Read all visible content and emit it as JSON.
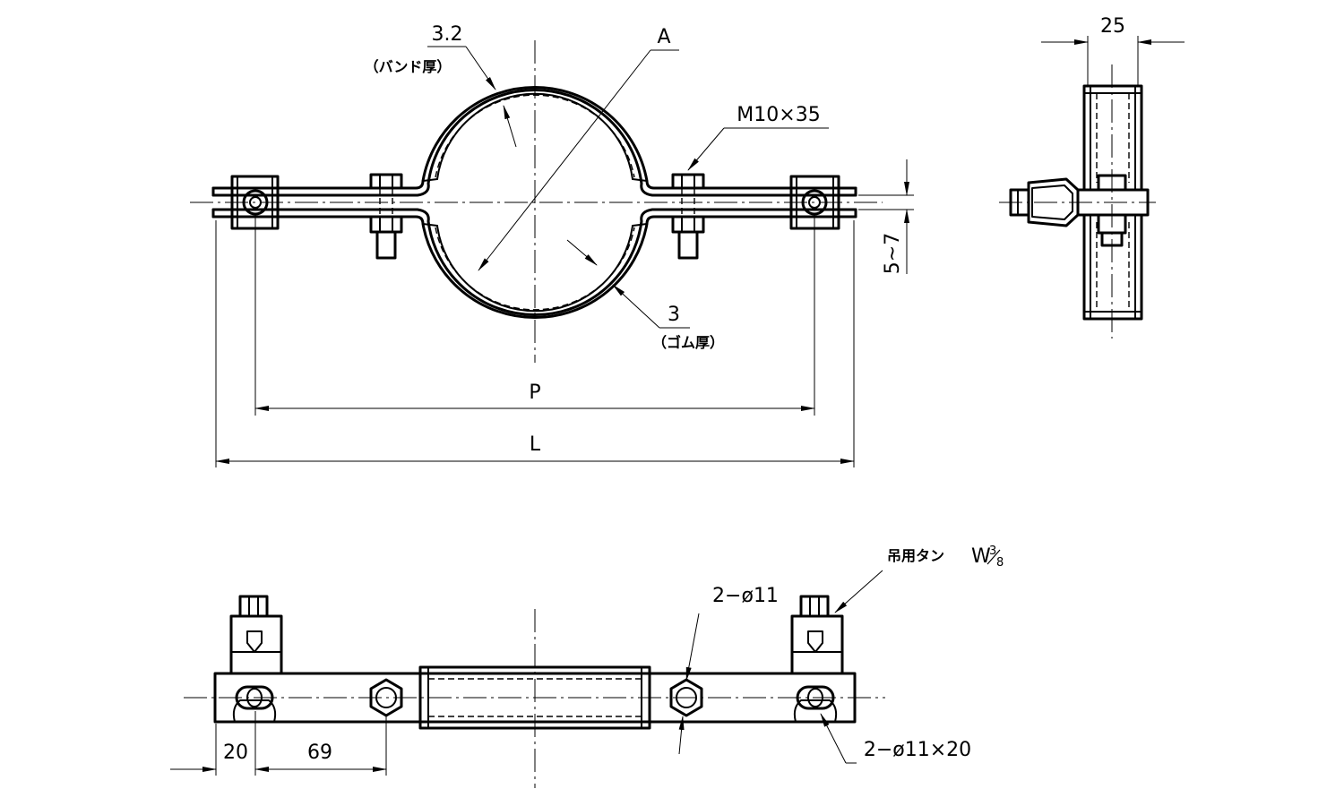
{
  "front_view": {
    "band_thickness_value": "3.2",
    "band_thickness_note": "（バンド厚）",
    "diameter_label": "A",
    "bolt_spec": "M10×35",
    "gap_dim": "5~7",
    "rubber_thickness_value": "3",
    "rubber_thickness_note": "（ゴム厚）",
    "pitch_label": "P",
    "length_label": "L"
  },
  "side_view": {
    "width_dim": "25"
  },
  "bottom_view": {
    "hanger_nut_label": "吊用タン",
    "hanger_thread_main": "W",
    "hanger_thread_num": "3",
    "hanger_thread_den": "8",
    "bolt_hole_label": "2−ø11",
    "slot_hole_label": "2−ø11×20",
    "edge_offset_dim": "20",
    "bolt_offset_dim": "69"
  }
}
